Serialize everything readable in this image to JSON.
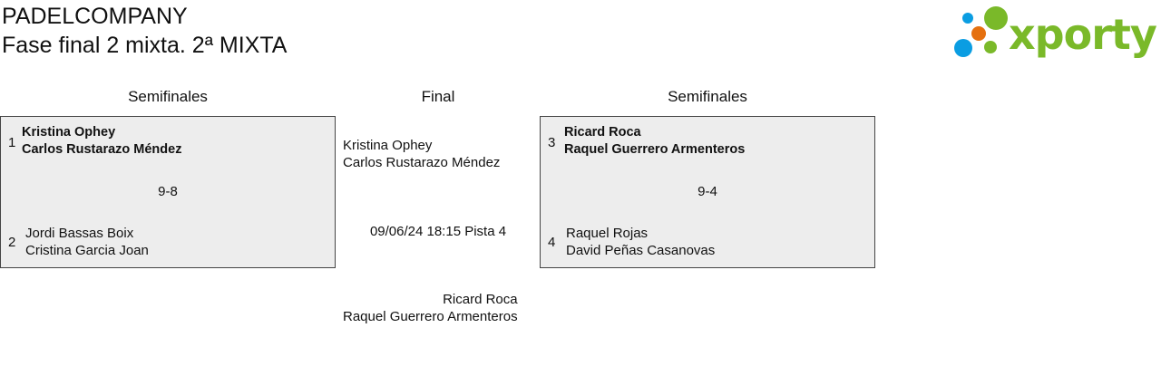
{
  "header": {
    "club": "PADELCOMPANY",
    "title": "Fase final 2 mixta. 2ª MIXTA"
  },
  "logo": {
    "text": "xporty",
    "colors": {
      "green": "#7ab929",
      "blue": "#0a9de2",
      "orange": "#e5700f"
    }
  },
  "columns": {
    "left": "Semifinales",
    "center": "Final",
    "right": "Semifinales"
  },
  "semis": [
    {
      "team1": {
        "seed": "1",
        "p1": "Kristina Ophey",
        "p2": "Carlos Rustarazo Méndez"
      },
      "score": "9-8",
      "team2": {
        "seed": "2",
        "p1": "Jordi Bassas Boix",
        "p2": "Cristina Garcia Joan"
      }
    },
    {
      "team1": {
        "seed": "3",
        "p1": "Ricard Roca",
        "p2": "Raquel Guerrero Armenteros"
      },
      "score": "9-4",
      "team2": {
        "seed": "4",
        "p1": "Raquel Rojas",
        "p2": "David Peñas Casanovas"
      }
    }
  ],
  "final": {
    "team1": {
      "p1": "Kristina Ophey",
      "p2": "Carlos Rustarazo Méndez"
    },
    "info": "09/06/24 18:15 Pista 4",
    "team2": {
      "p1": "Ricard Roca",
      "p2": "Raquel Guerrero Armenteros"
    }
  }
}
